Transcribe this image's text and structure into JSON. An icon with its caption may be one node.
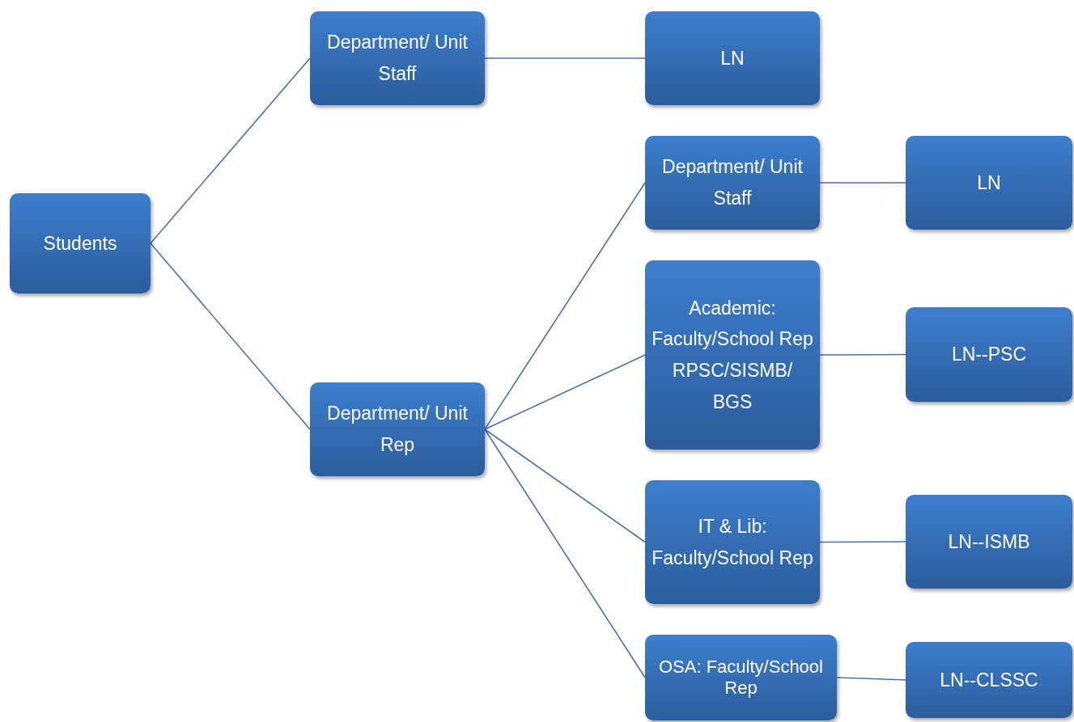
{
  "diagram": {
    "nodes": [
      {
        "text": [
          "Students"
        ]
      },
      {
        "text": [
          "Department/ Unit Staff"
        ]
      },
      {
        "text": [
          "LN"
        ]
      },
      {
        "text": [
          "Department/ Unit Rep"
        ]
      },
      {
        "text": [
          "Department/ Unit Staff"
        ]
      },
      {
        "text": [
          "LN"
        ]
      },
      {
        "text": [
          "Academic: Faculty/School Rep RPSC/SISMB/ BGS"
        ]
      },
      {
        "text": [
          "LN--PSC"
        ]
      },
      {
        "text": [
          "IT & Lib: Faculty/School Rep"
        ]
      },
      {
        "text": [
          "LN--ISMB"
        ]
      },
      {
        "text": [
          "OSA: Faculty/School Rep"
        ]
      },
      {
        "text": [
          "LN--CLSSC"
        ]
      }
    ],
    "edges": [
      {
        "from": 0,
        "to": 1,
        "arrow": "none"
      },
      {
        "from": 0,
        "to": 3,
        "arrow": "none"
      },
      {
        "from": 1,
        "to": 2,
        "arrow": "none"
      },
      {
        "from": 3,
        "to": 4,
        "arrow": "none"
      },
      {
        "from": 3,
        "to": 6,
        "arrow": "none"
      },
      {
        "from": 3,
        "to": 8,
        "arrow": "none"
      },
      {
        "from": 3,
        "to": 10,
        "arrow": "none"
      },
      {
        "from": 4,
        "to": 5,
        "arrow": "none"
      },
      {
        "from": 6,
        "to": 7,
        "arrow": "none"
      },
      {
        "from": 8,
        "to": 9,
        "arrow": "none"
      },
      {
        "from": 10,
        "to": 11,
        "arrow": "none"
      }
    ]
  }
}
